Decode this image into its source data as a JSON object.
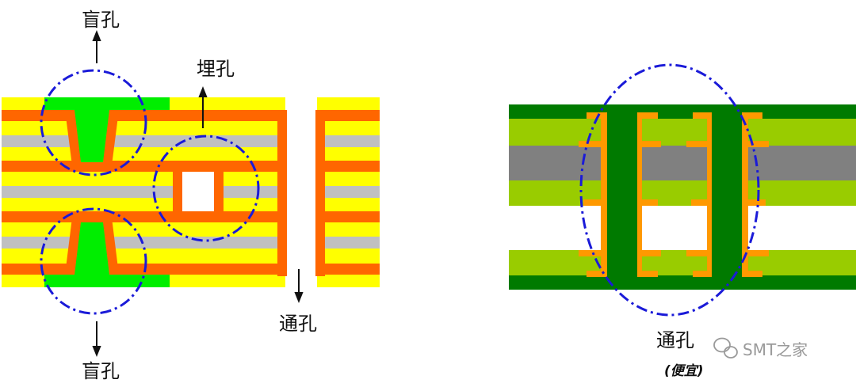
{
  "labels": {
    "blind_top": "盲孔",
    "buried": "埋孔",
    "through_left": "通孔",
    "blind_bottom": "盲孔",
    "through_right": "通孔",
    "through_right_note": "(便宜)"
  },
  "watermark": {
    "text": "SMT之家",
    "icon": "wechat-icon"
  },
  "colors": {
    "yellow": "#ffff00",
    "gray": "#c0c0c0",
    "orange": "#ff6600",
    "bright_green": "#00ee00",
    "dark_green": "#007a00",
    "lime": "#99cc00",
    "dark_gray": "#808080",
    "plating_orange": "#ff9900",
    "dash_blue": "#1a1ad8"
  }
}
